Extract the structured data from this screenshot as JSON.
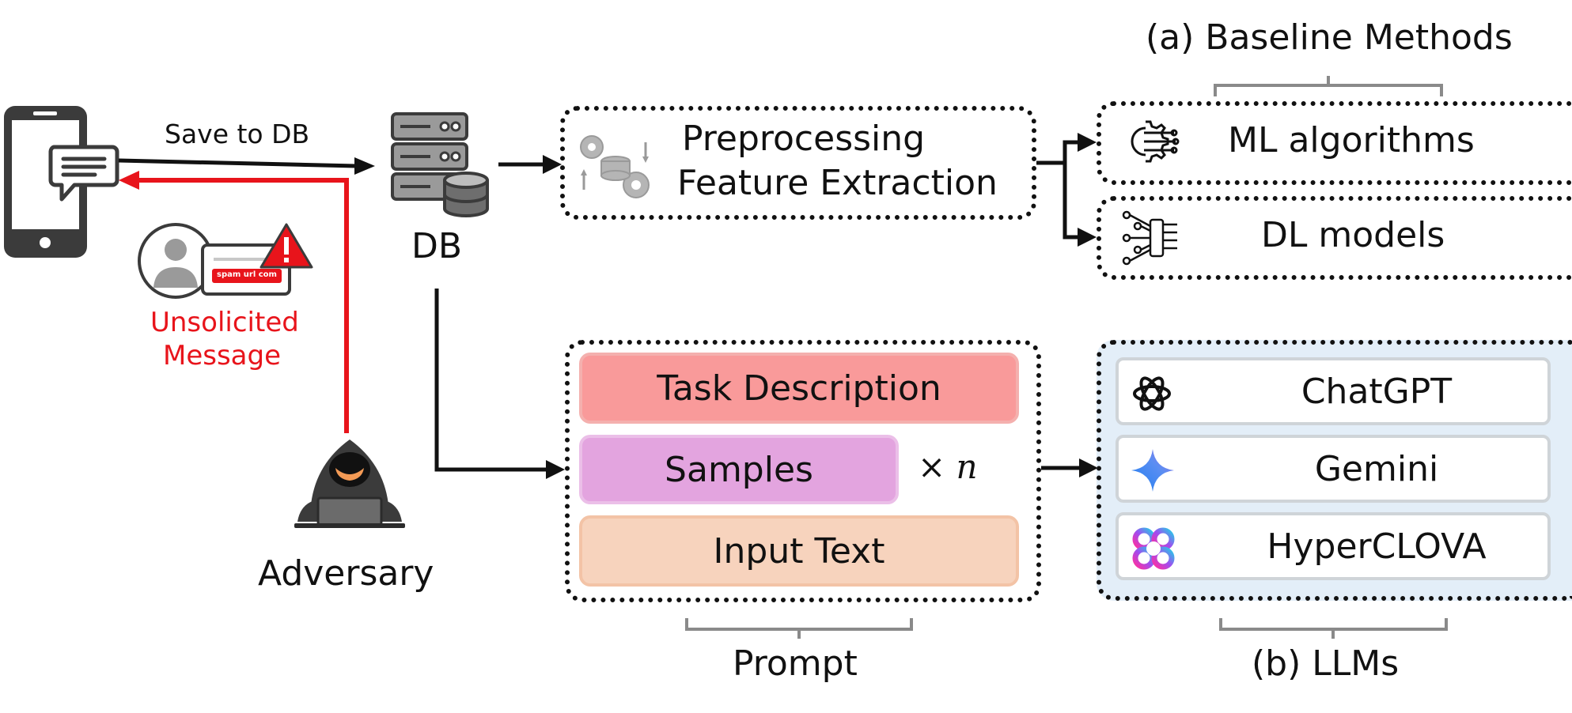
{
  "labels": {
    "save_to_db": "Save to DB",
    "db": "DB",
    "unsolicited": "Unsolicited",
    "message": "Message",
    "adversary": "Adversary",
    "spam_url": "spam url com",
    "preprocessing": "Preprocessing",
    "feature_extraction": "Feature Extraction",
    "baseline_title": "(a) Baseline Methods",
    "ml_algorithms": "ML algorithms",
    "dl_models": "DL models",
    "task_description": "Task Description",
    "samples": "Samples",
    "times_n": "× n",
    "input_text": "Input Text",
    "prompt": "Prompt",
    "llms_title": "(b) LLMs",
    "chatgpt": "ChatGPT",
    "gemini": "Gemini",
    "hyperclova": "HyperCLOVA"
  },
  "colors": {
    "spam_red": "#e8141b",
    "task_fill": "#f99a9a",
    "samples_fill": "#e3a4df",
    "input_fill": "#f7d3bd",
    "llm_panel": "#e3eef8",
    "bracket_gray": "#8a8a8a"
  }
}
